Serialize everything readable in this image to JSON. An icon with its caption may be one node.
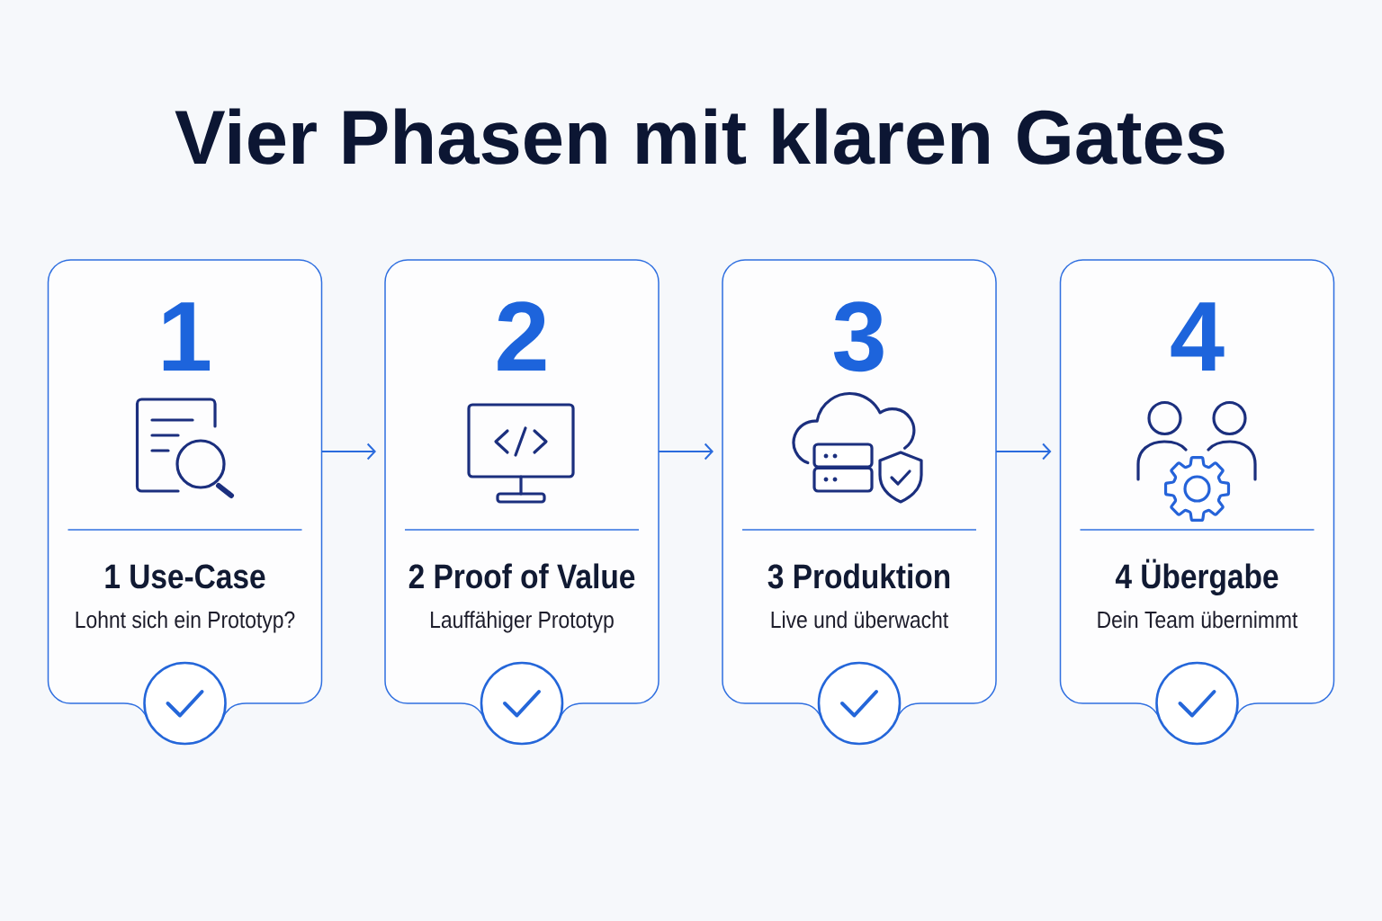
{
  "diagram": {
    "title": "Vier Phasen mit klaren Gates",
    "nodes": [
      {
        "text": [
          "1",
          "1 Use-Case",
          "Lohnt sich ein Prototyp?"
        ]
      },
      {
        "text": [
          "2",
          "2 Proof of Value",
          "Lauffähiger Prototyp"
        ]
      },
      {
        "text": [
          "3",
          "3 Produktion",
          "Live und überwacht"
        ]
      },
      {
        "text": [
          "4",
          "4 Übergabe",
          "Dein Team übernimmt"
        ]
      }
    ],
    "edges": [
      {
        "from": 0,
        "to": 1,
        "arrow": "to"
      },
      {
        "from": 1,
        "to": 2,
        "arrow": "to"
      },
      {
        "from": 2,
        "to": 3,
        "arrow": "to"
      }
    ]
  }
}
